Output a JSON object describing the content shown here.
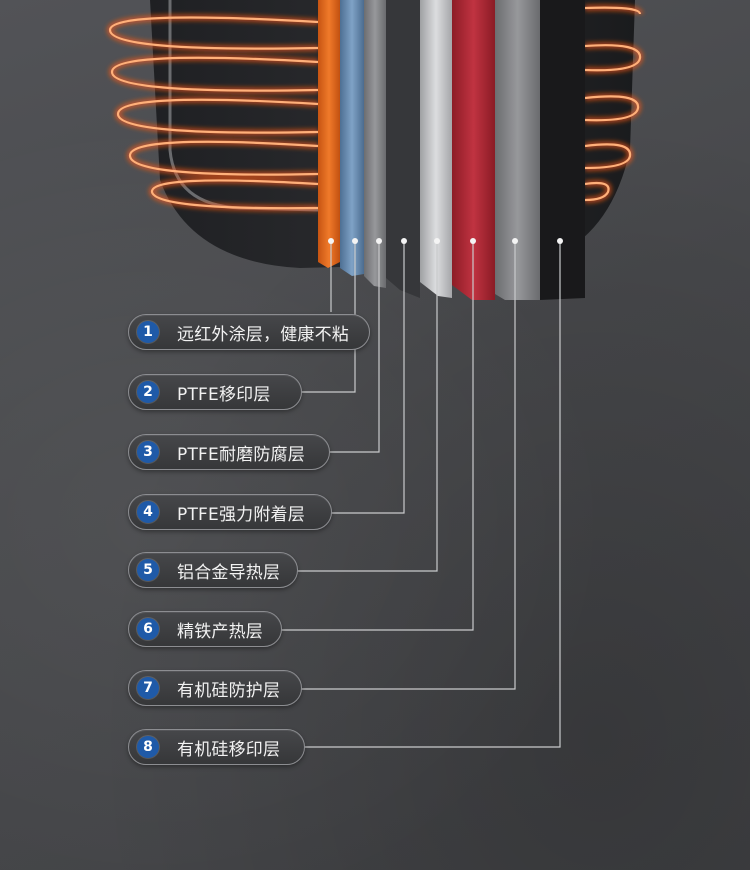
{
  "layers": [
    {
      "number": "1",
      "label": "远红外涂层，健康不粘",
      "color": "#e06a22"
    },
    {
      "number": "2",
      "label": "PTFE移印层",
      "color": "#6a8fb5"
    },
    {
      "number": "3",
      "label": "PTFE耐磨防腐层",
      "color": "#8a8b8e"
    },
    {
      "number": "4",
      "label": "PTFE强力附着层",
      "color": "#3e3f42"
    },
    {
      "number": "5",
      "label": "铝合金导热层",
      "color": "#c4c5c7"
    },
    {
      "number": "6",
      "label": "精铁产热层",
      "color": "#b02a35"
    },
    {
      "number": "7",
      "label": "有机硅防护层",
      "color": "#7d7e81"
    },
    {
      "number": "8",
      "label": "有机硅移印层",
      "color": "#1c1c1e"
    }
  ],
  "colors": {
    "badge_number_bg": "#1f5aa8",
    "leader_line": "#c9cacc",
    "heat_glow": "#ff6a1a"
  }
}
